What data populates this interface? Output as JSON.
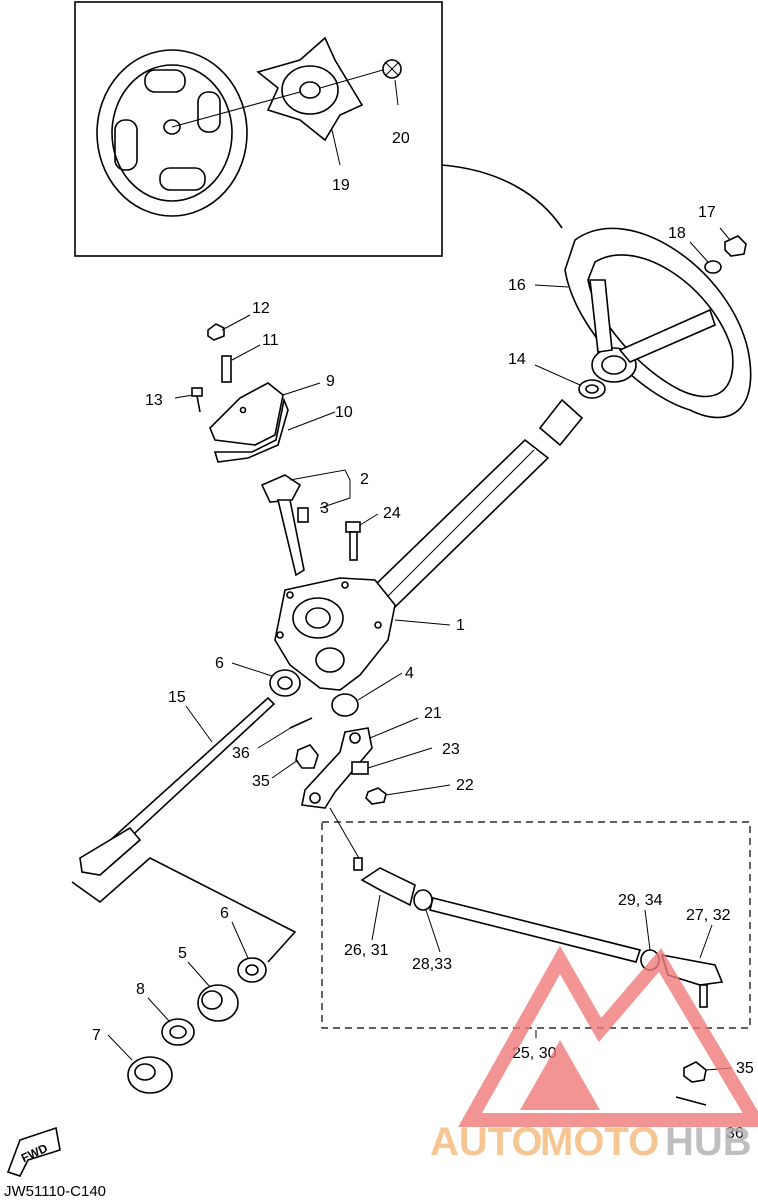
{
  "footer": {
    "code": "JW51110-C140"
  },
  "fwd_label": "FWD",
  "watermark": {
    "part1": "AUTO",
    "part2": "MOTO",
    "part3": "HUB",
    "color_red": "#f07a7a",
    "color_orange": "#f5b878",
    "color_gray": "#b0b0b0"
  },
  "callouts": {
    "c1": "1",
    "c2": "2",
    "c3": "3",
    "c4": "4",
    "c5": "5",
    "c6a": "6",
    "c6b": "6",
    "c7": "7",
    "c8": "8",
    "c9": "9",
    "c10": "10",
    "c11": "11",
    "c12": "12",
    "c13": "13",
    "c14": "14",
    "c15": "15",
    "c16": "16",
    "c17": "17",
    "c18": "18",
    "c19": "19",
    "c20": "20",
    "c21": "21",
    "c22": "22",
    "c23": "23",
    "c24": "24",
    "c25_30": "25, 30",
    "c26_31": "26, 31",
    "c27_32": "27, 32",
    "c28_33": "28,33",
    "c29_34": "29, 34",
    "c35a": "35",
    "c35b": "35",
    "c36a": "36",
    "c36b": "36"
  }
}
